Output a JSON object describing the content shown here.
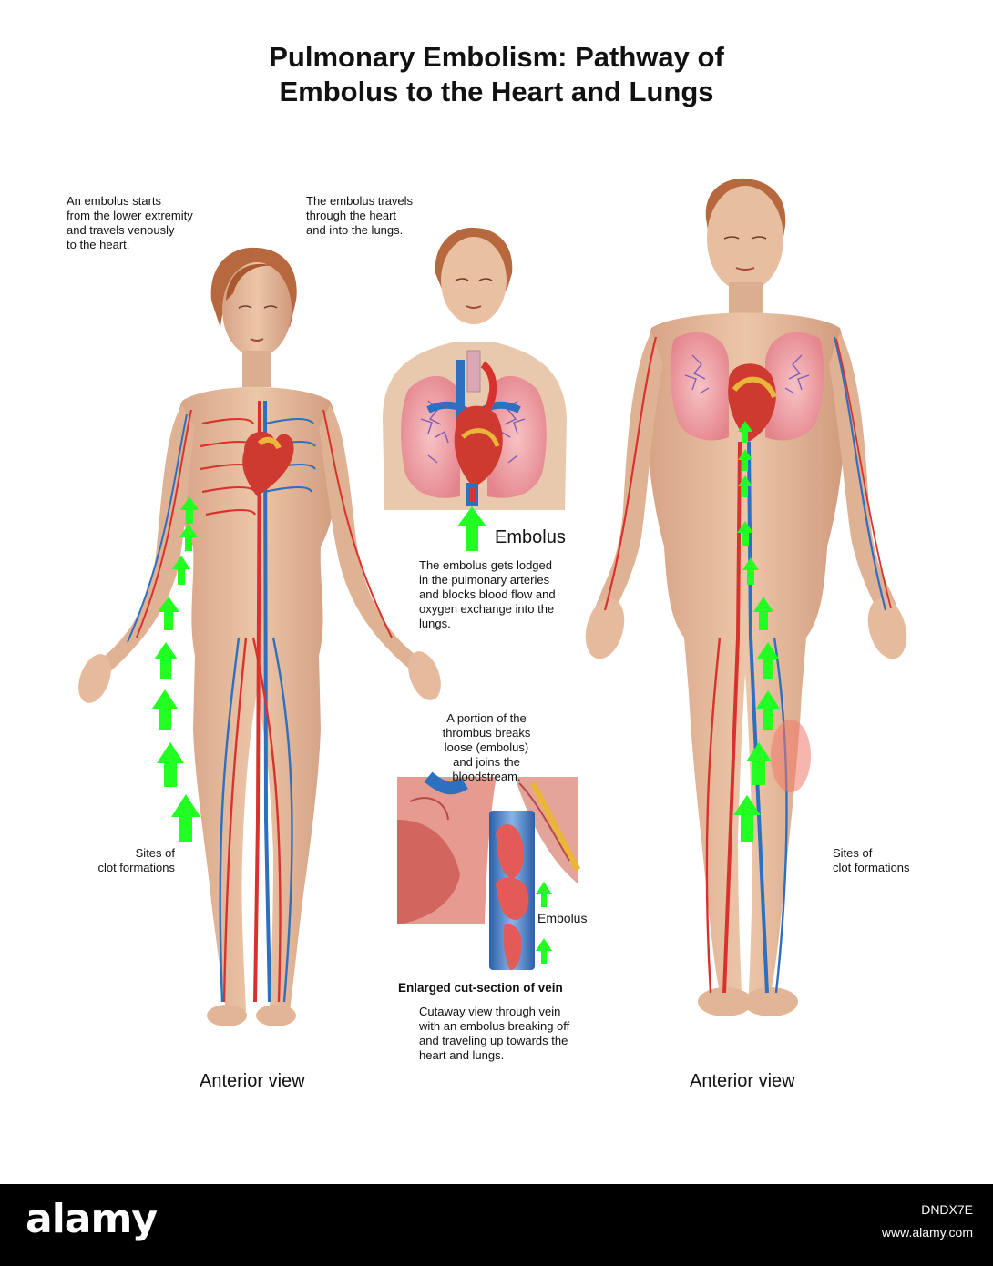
{
  "title": {
    "line1": "Pulmonary Embolism:  Pathway of",
    "line2": "Embolus to the Heart and Lungs"
  },
  "notes": {
    "start": [
      "An embolus starts",
      "from the lower extremity",
      "and travels venously",
      "to the heart."
    ],
    "travels": [
      "The embolus travels",
      "through the heart",
      "and into the lungs."
    ],
    "lodged": [
      "The embolus gets lodged",
      "in the pulmonary arteries",
      "and blocks blood flow and",
      "oxygen exchange into the",
      "lungs."
    ],
    "portion": [
      "A portion of the",
      "thrombus breaks",
      "loose (embolus)",
      "and joins the bloodstream."
    ],
    "cutaway": [
      "Cutaway view through vein",
      "with an embolus breaking off",
      "and traveling up towards the",
      "heart and lungs."
    ],
    "sites_left": [
      "Sites of",
      "clot formations"
    ],
    "sites_right": [
      "Sites of",
      "clot formations"
    ]
  },
  "labels": {
    "embolus_large": "Embolus",
    "embolus_small": "Embolus",
    "enlarged": "Enlarged cut-section of vein",
    "anterior_left": "Anterior view",
    "anterior_right": "Anterior view"
  },
  "colors": {
    "skin": "#e7bfa0",
    "skin_shadow": "#c9957a",
    "hair": "#b8683e",
    "artery": "#d8322e",
    "vein": "#2f6fc0",
    "lung": "#f0a3a8",
    "heart": "#cf3a30",
    "arrow": "#22ff22"
  },
  "footer": {
    "logo": "alamy",
    "image_id": "DNDX7E",
    "url": "www.alamy.com"
  }
}
